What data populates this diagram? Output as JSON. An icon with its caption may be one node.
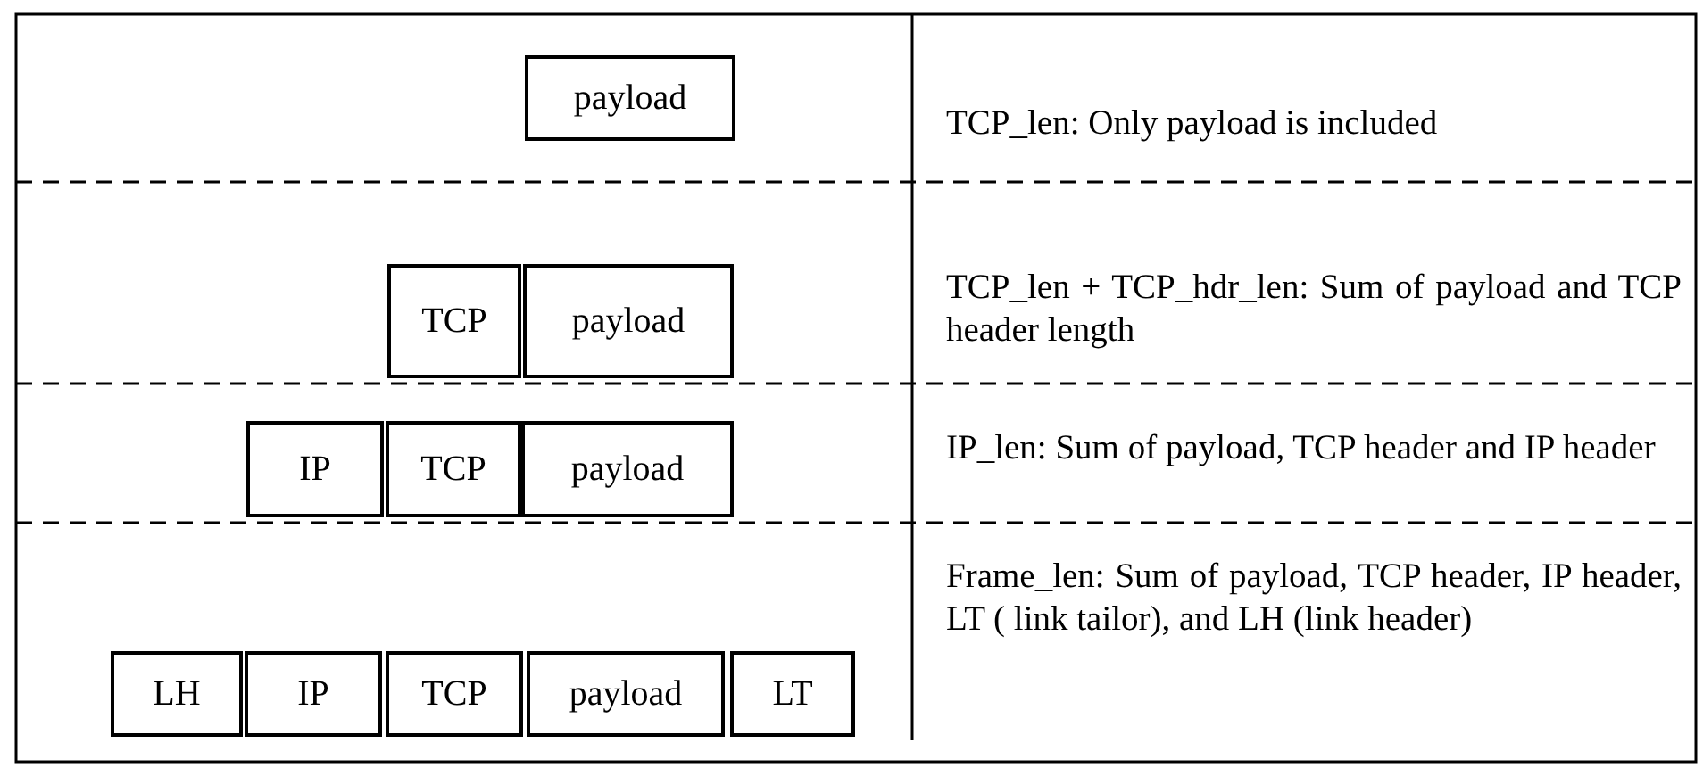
{
  "diagram": {
    "nodes": [
      {
        "text": [
          "payload"
        ]
      },
      {
        "text": [
          "TCP"
        ]
      },
      {
        "text": [
          "payload"
        ]
      },
      {
        "text": [
          "IP"
        ]
      },
      {
        "text": [
          "TCP"
        ]
      },
      {
        "text": [
          "payload"
        ]
      },
      {
        "text": [
          "LH"
        ]
      },
      {
        "text": [
          "IP"
        ]
      },
      {
        "text": [
          "TCP"
        ]
      },
      {
        "text": [
          "payload"
        ]
      },
      {
        "text": [
          "LT"
        ]
      }
    ],
    "labels": [
      "TCP_len: Only payload is included",
      "TCP_len + TCP_hdr_len: Sum of payload and TCP header length",
      "IP_len: Sum of payload, TCP header and IP header",
      "Frame_len: Sum of payload, TCP header, IP header, LT ( link tailor), and LH (link header)"
    ]
  }
}
